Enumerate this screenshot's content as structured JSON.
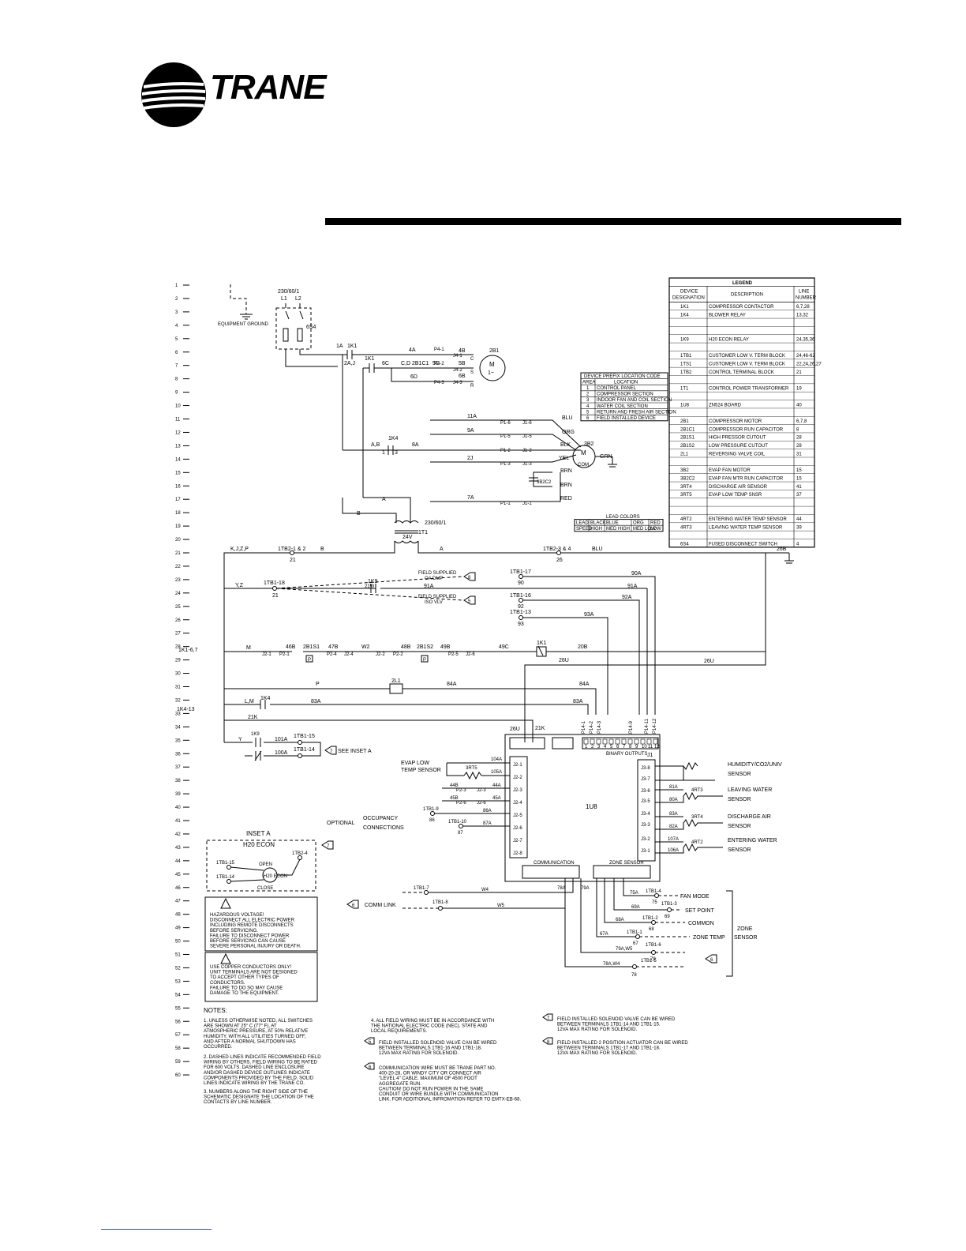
{
  "brand": {
    "name": "TRANE"
  },
  "line_numbers": [
    "1",
    "2",
    "3",
    "4",
    "5",
    "6",
    "7",
    "8",
    "9",
    "10",
    "11",
    "12",
    "13",
    "14",
    "15",
    "16",
    "17",
    "18",
    "19",
    "20",
    "21",
    "22",
    "23",
    "24",
    "25",
    "26",
    "27",
    "28",
    "29",
    "30",
    "31",
    "32",
    "33",
    "34",
    "35",
    "36",
    "37",
    "38",
    "39",
    "40",
    "41",
    "42",
    "43",
    "44",
    "45",
    "46",
    "47",
    "48",
    "49",
    "50",
    "51",
    "52",
    "53",
    "54",
    "55",
    "56",
    "57",
    "58",
    "59",
    "60"
  ],
  "power": {
    "supply": "230/60/1",
    "l1": "L1",
    "l2": "L2",
    "ground": "EQUIPMENT GROUND",
    "disconnect": "6S4"
  },
  "wire_labels": {
    "w1a": "1A",
    "w1k1": "1K1",
    "w2aj": "2A,J",
    "w4a": "4A",
    "w4b": "4B",
    "w6c": "6C",
    "wcd": "C,D",
    "w2b1c1": "2B1C1",
    "w5c": "5C",
    "w5b": "5B",
    "w6d": "6D",
    "w6b": "6B",
    "wc": "C",
    "ws": "S",
    "wr": "R",
    "w2b1": "2B1",
    "m1": "M",
    "m1ph": "1~",
    "w11a": "11A",
    "w9a": "9A",
    "wab": "A,B",
    "w1k4": "1K4",
    "w8a": "8A",
    "w2j": "2J",
    "w7a": "7A",
    "w1": "1",
    "w3": "3",
    "blu": "BLU",
    "org": "ORG",
    "blk": "BLK",
    "yel": "YEL",
    "brn": "BRN",
    "red": "RED",
    "grn": "GRN",
    "w3b2": "3B2",
    "m2": "M",
    "com": "COM",
    "w3b2c2": "3B2C2",
    "p1_6a": "P1-6",
    "j1_6a": "J1-6",
    "p1_5": "P1-5",
    "j1_5": "J1-5",
    "p1_2": "P1-2",
    "j1_2": "J1-2",
    "p1_3": "P1-3",
    "j1_3": "J1-3",
    "p1_1": "P1-1",
    "j1_1": "J1-1",
    "p4_1": "P4-1",
    "j4_1": "J4-1",
    "p4_2": "P4-2",
    "j4_2": "J4-2",
    "p4_3": "P4-3",
    "j4_3": "J4-3",
    "wa": "A",
    "wb": "B",
    "t1": "1T1",
    "v24": "24V",
    "t230": "230/60/1",
    "kjzp": "K,J,Z,P",
    "tb2_1": "1TB2-1 & 2",
    "n21": "21",
    "tb2_3": "1TB2-3 & 4",
    "n26": "26",
    "w26b": "26B",
    "yz": "Y,Z",
    "tb1_18": "1TB1-18",
    "n21b": "21",
    "w21w": "21W",
    "k9": "1K9",
    "w91a": "91A",
    "w92a": "92A",
    "w93a": "93A",
    "w90a": "90A",
    "w91a2": "91A",
    "fs_oa": "FIELD SUPPLIED",
    "fs_oa2": "OA DMP",
    "fs_iso": "FIELD SUPPLIED",
    "fs_iso2": "ISO VLV",
    "tb1_17": "1TB1-17",
    "n90": "90",
    "tb1_16": "1TB1-16",
    "n92": "92",
    "tb1_13": "1TB1-13",
    "n93": "93",
    "k1_67": "1K1-6,7",
    "wm": "M",
    "j2_1": "J2-1",
    "p2_1": "P2-1",
    "w46b": "46B",
    "w2b1s1": "2B1S1",
    "w47b": "47B",
    "p2_4": "P2-4",
    "j2_4": "J2-4",
    "w2": "W2",
    "j2_2": "J2-2",
    "p2_2": "P2-2",
    "w48b": "48B",
    "w2b1s2": "2B1S2",
    "w49b": "49B",
    "p2_5": "P2-5",
    "j2_6": "J2-6",
    "w49c": "49C",
    "w1k1b": "1K1",
    "w20b": "20B",
    "w26u": "26U",
    "w26u2": "26U",
    "pp": "P",
    "wp": "P",
    "w2l1": "2L1",
    "w84a": "84A",
    "w84a2": "84A",
    "k4_13": "1K4-13",
    "lm": "L,M",
    "w1k4b": "1K4",
    "w83a": "83A",
    "w83a2": "83A",
    "w21k": "21K",
    "w21k2": "21K",
    "w26ub": "26U",
    "wy": "Y",
    "w1k9": "1K9",
    "w101a": "101A",
    "tb1_15": "1TB1-15",
    "w100a": "100A",
    "tb1_14": "1TB1-14",
    "inset_ref": "SEE INSET A",
    "p14_1": "P14-1",
    "p14_2": "P14-2",
    "p14_3": "P14-3",
    "p14_9": "P14-9",
    "p14_11": "P14-11",
    "p14_12": "P14-12",
    "binary_outputs": "BINARY OUTPUTS",
    "j1": "J1",
    "u8": "1U8",
    "evap_low": "EVAP LOW",
    "temp_sensor": "TEMP SENSOR",
    "rt5": "3RT5",
    "w104a": "104A",
    "w105a": "105A",
    "w44b": "44B",
    "p2_3": "P2-3",
    "j2_3": "J2-3",
    "w44a": "44A",
    "w45b": "45B",
    "p2_6": "P2-6",
    "j2_6b": "J2-6",
    "w45a": "45A",
    "optional": "OPTIONAL",
    "occupancy": "OCCUPANCY",
    "connections": "CONNECTIONS",
    "tb1_9": "1TB1-9",
    "n86": "86",
    "w86a": "86A",
    "tb1_10": "1TB1-10",
    "n87": "87",
    "w87a": "87A",
    "hum": "HUMIDITY/CO2/UNIV",
    "sensor": "SENSOR",
    "lwt": "LEAVING WATER",
    "lwt_s": "SENSOR",
    "rt3": "4RT3",
    "w81a": "81A",
    "w80a": "80A",
    "dat": "DISCHARGE AIR",
    "dat_s": "SENSOR",
    "rt4": "3RT4",
    "w83ab": "83A",
    "w82a": "82A",
    "ewt": "ENTERING WATER",
    "ewt_s": "SENSOR",
    "rt2": "4RT2",
    "w107a": "107A",
    "w106a": "106A",
    "j3_8": "J3-8",
    "j3_7": "J3-7",
    "j3_6": "J3-6",
    "j3_5": "J3-5",
    "j3_4": "J3-4",
    "j3_3": "J3-3",
    "j3_2": "J3-2",
    "j3_1": "J3-1",
    "j2_1b": "J2-1",
    "j2_2b": "J2-2",
    "j2_3b": "J2-3",
    "j2_4b": "J2-4",
    "j2_5b": "J2-5",
    "j2_6c": "J2-6",
    "j2_7b": "J2-7",
    "j2_8b": "J2-8",
    "communication": "COMMUNICATION",
    "zone_sensor": "ZONE SENSOR",
    "comm_link": "COMM LINK",
    "tb1_7": "1TB1-7",
    "w4": "W4",
    "tb1_8": "1TB1-8",
    "w5": "W5",
    "w78a": "78A",
    "w79a": "79A",
    "w75a": "75A",
    "tb1_4": "1TB1-4",
    "n75": "75",
    "fan_mode": "FAN MODE",
    "w69a": "69A",
    "tb1_3": "1TB1-3",
    "n69": "69",
    "set_point": "SET POINT",
    "w68a": "68A",
    "tb1_2": "1TB1-2",
    "n68": "68",
    "common": "COMMON",
    "w67a": "67A",
    "tb1_1": "1TB1-1",
    "n67": "67",
    "zone_temp": "ZONE TEMP",
    "zone": "ZONE",
    "zone_sensor2": "SENSOR",
    "w79aw5": "79A,W5",
    "tb1_6": "1TB1-6",
    "n79": "79",
    "w78aw4": "78A,W4",
    "tb1_5": "1TB1-5",
    "n78": "78"
  },
  "device_prefix_table": {
    "title": "DEVICE PREFIX LOCATION CODE",
    "headers": [
      "AREA",
      "LOCATION"
    ],
    "rows": [
      [
        "1",
        "CONTROL PANEL"
      ],
      [
        "2",
        "COMPRESSOR SECTION"
      ],
      [
        "3",
        "INDOOR FAN AND COIL SECTION"
      ],
      [
        "4",
        "WATER COIL SECTION"
      ],
      [
        "5",
        "RETURN AND FRESH AIR SECTION"
      ],
      [
        "6",
        "FIELD INSTALLED DEVICE"
      ]
    ]
  },
  "lead_colors": {
    "title": "LEAD COLORS",
    "row1": [
      "LEAD",
      "BLACK",
      "BLUE",
      "ORG",
      "RED"
    ],
    "row2": [
      "SPEED",
      "HIGH",
      "MED HIGH",
      "MED LOW",
      "LOW"
    ]
  },
  "legend": {
    "title": "LEGEND",
    "headers": [
      "DEVICE DESIGNATION",
      "DESCRIPTION",
      "LINE NUMBER"
    ],
    "rows": [
      [
        "1K1",
        "COMPRESSOR CONTACTOR",
        "6,7,28"
      ],
      [
        "1K4",
        "BLOWER RELAY",
        "13,32"
      ],
      [
        "",
        "",
        ""
      ],
      [
        "",
        "",
        ""
      ],
      [
        "1K9",
        "H20 ECON RELAY",
        "24,35,36"
      ],
      [
        "",
        "",
        ""
      ],
      [
        "1TB1",
        "CUSTOMER LOW V. TERM BLOCK",
        "24,46-62"
      ],
      [
        "1TS1",
        "CUSTOMER LOW V. TERM BLOCK",
        "22,24,26,27"
      ],
      [
        "1TB2",
        "CONTROL TERMINAL BLOCK",
        "21"
      ],
      [
        "",
        "",
        ""
      ],
      [
        "1T1",
        "CONTROL POWER TRANSFORMER",
        "19"
      ],
      [
        "",
        "",
        ""
      ],
      [
        "1U8",
        "ZN524 BOARD",
        "40"
      ],
      [
        "",
        "",
        ""
      ],
      [
        "2B1",
        "COMPRESSOR MOTOR",
        "6,7,8"
      ],
      [
        "2B1C1",
        "COMPRESSOR RUN CAPACITOR",
        "8"
      ],
      [
        "2B1S1",
        "HIGH PRESSOR CUTOUT",
        "28"
      ],
      [
        "2B1S2",
        "LOW PRESSURE CUTOUT",
        "28"
      ],
      [
        "2L1",
        "REVERSING VALVE COIL",
        "31"
      ],
      [
        "",
        "",
        ""
      ],
      [
        "3B2",
        "EVAP FAN MOTOR",
        "15"
      ],
      [
        "3B2C2",
        "EVAP FAN MTR RUN CAPACITOR",
        "15"
      ],
      [
        "3RT4",
        "DISCHARGE AIR SENSOR",
        "41"
      ],
      [
        "3RT5",
        "EVAP LOW TEMP SNSR",
        "37"
      ],
      [
        "",
        "",
        ""
      ],
      [
        "",
        "",
        ""
      ],
      [
        "4RT2",
        "ENTERING WATER TEMP SENSOR",
        "44"
      ],
      [
        "4RT3",
        "LEAVING WATER TEMP SENSOR",
        "39"
      ],
      [
        "",
        "",
        ""
      ],
      [
        "6S4",
        "FUSED DISCONNECT SWITCH",
        "4"
      ]
    ]
  },
  "inset": {
    "title": "INSET A",
    "subtitle": "H20 ECON",
    "tb15": "1TB1-15",
    "tb14": "1TB1-14",
    "tb24": "1TB2-4",
    "open": "OPEN",
    "close": "CLOSE",
    "motor": "H20 ECON",
    "note_ref": "7"
  },
  "warnings": [
    {
      "lines": [
        "HAZARDOUS VOLTAGE!",
        "DISCONNECT ALL ELECTRIC POWER",
        "INCLUDING REMOTE DISCONNECTS",
        "BEFORE SERVICING.",
        "FAILURE TO DISCONNECT POWER",
        "BEFORE SERVICING CAN CAUSE",
        "SEVERE PERSONAL INJURY OR DEATH."
      ]
    },
    {
      "lines": [
        "USE COPPER CONDUCTORS ONLY!",
        "UNIT TERMINALS ARE NOT DESIGNED",
        "TO ACCEPT OTHER TYPES OF",
        "CONDUCTORS.",
        "FAILURE TO DO SO MAY CAUSE",
        "DAMAGE TO THE EQUIPMENT."
      ]
    }
  ],
  "notes": {
    "title": "NOTES:",
    "n1": [
      "1. UNLESS OTHERWISE NOTED, ALL SWITCHES",
      "ARE SHOWN AT 25° C (77° F), AT",
      "ATMOSPHERIC PRESSURE, AT 50% RELATIVE",
      "HUMIDITY, WITH ALL UTILITIES TURNED OFF,",
      "AND AFTER A NORMAL SHUTDOWN HAS",
      "OCCURRED."
    ],
    "n2": [
      "2. DASHED LINES INDICATE RECOMMENDED FIELD",
      "WIRING BY OTHERS. FIELD WIRING TO BE RATED",
      "FOR 600 VOLTS. DASHED LINE ENCLOSURE",
      "AND/OR DASHED DEVICE OUTLINES INDICATE",
      "COMPONENTS PROVIDED BY THE FIELD. SOLID",
      "LINES INDICATE WIRING BY THE TRANE CO."
    ],
    "n3": [
      "3. NUMBERS ALONG THE RIGHT SIDE OF THE",
      "SCHEMATIC DESIGNATE THE LOCATION OF THE",
      "CONTACTS BY LINE NUMBER."
    ],
    "n4": [
      "4. ALL FIELD WIRING MUST BE IN ACCORDANCE WITH",
      "THE NATIONAL ELECTRIC CODE (NEC), STATE AND",
      "LOCAL REQUIREMENTS."
    ],
    "n5": [
      "FIELD INSTALLED SOLENOID VALVE CAN BE WIRED",
      "BETWEEN TERMINALS 1TB1-16 AND 1TB1-18.",
      "12VA MAX RATING FOR SOLENOID."
    ],
    "n6": [
      "COMMUNICATION WIRE MUST BE TRANE PART NO.",
      "400-20-28, OR WINDY CITY OR CONNECT AIR",
      "\"LEVEL 4\" CABLE. MAXIMUM OF 4500 FOOT",
      "AGGREGATE RUN.",
      "CAUTION! DO NOT RUN POWER IN THE SAME",
      "CONDUIT OR WIRE BUNDLE WITH COMMUNICATION",
      "LINK. FOR ADDITIONAL INFROMATION REFER TO EMTX-EB-68."
    ],
    "n7": [
      "FIELD INSTALLED SOLENOID VALVE CAN BE WIRED",
      "BETWEEN TERMINALS 1TB1-14 AND 1TB1-15.",
      "12VA MAX RATING FOR SOLENOID."
    ],
    "n8": [
      "FIELD INSTALLED 2 POSITION ACTUATOR CAN BE WIRED",
      "BETWEEN TERMINALS 1TB1-17 AND 1TB1-18.",
      "12VA MAX RATING FOR SOLENOID."
    ],
    "tag5": "5",
    "tag6": "6",
    "tag7": "7",
    "tag8": "8"
  }
}
